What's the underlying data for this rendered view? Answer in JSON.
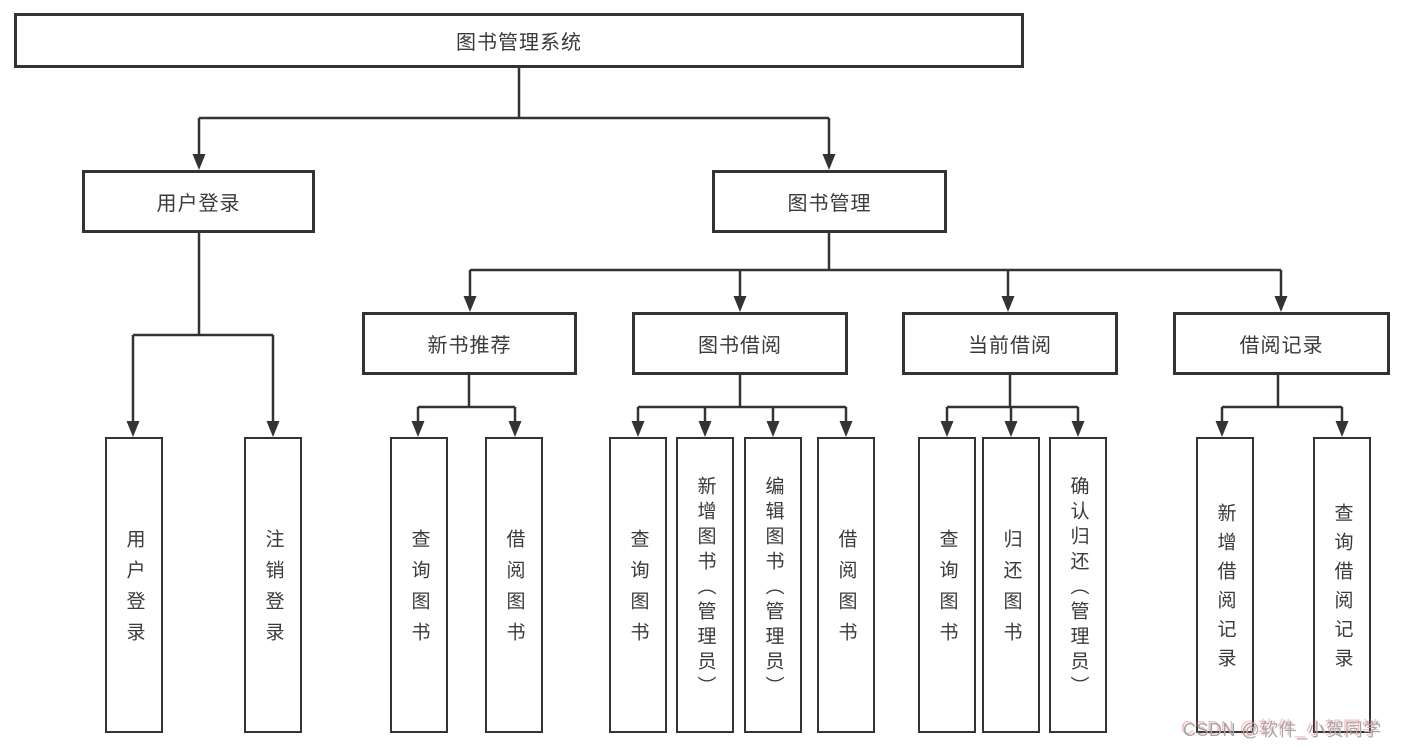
{
  "tree": {
    "root": {
      "label": "图书管理系统"
    },
    "branches": [
      {
        "label": "用户登录",
        "children": [
          {
            "label": "用户登录"
          },
          {
            "label": "注销登录"
          }
        ]
      },
      {
        "label": "图书管理",
        "children": [
          {
            "label": "新书推荐",
            "children": [
              {
                "label": "查询图书"
              },
              {
                "label": "借阅图书"
              }
            ]
          },
          {
            "label": "图书借阅",
            "children": [
              {
                "label": "查询图书"
              },
              {
                "label": "新增图书（管理员）"
              },
              {
                "label": "编辑图书（管理员）"
              },
              {
                "label": "借阅图书"
              }
            ]
          },
          {
            "label": "当前借阅",
            "children": [
              {
                "label": "查询图书"
              },
              {
                "label": "归还图书"
              },
              {
                "label": "确认归还（管理员）"
              }
            ]
          },
          {
            "label": "借阅记录",
            "children": [
              {
                "label": "新增借阅记录"
              },
              {
                "label": "查询借阅记录"
              }
            ]
          }
        ]
      }
    ]
  },
  "watermark": {
    "text": "CSDN @软件_小贺同学"
  },
  "colors": {
    "line": "#333333",
    "box_border": "#333333",
    "text": "#3a3a3a",
    "background": "#ffffff",
    "watermark_gray": "#a6a6a6",
    "watermark_red": "#e06060"
  }
}
